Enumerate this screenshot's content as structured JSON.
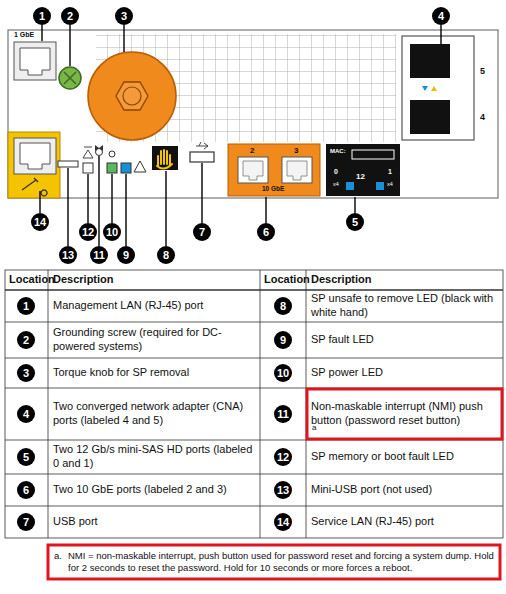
{
  "diagram": {
    "nodes": [
      {
        "text": [
          "1"
        ]
      },
      {
        "text": [
          "2"
        ]
      },
      {
        "text": [
          "3"
        ]
      },
      {
        "text": [
          "4"
        ]
      },
      {
        "text": [
          "14"
        ]
      },
      {
        "text": [
          "13"
        ]
      },
      {
        "text": [
          "12"
        ]
      },
      {
        "text": [
          "11"
        ]
      },
      {
        "text": [
          "10"
        ]
      },
      {
        "text": [
          "9"
        ]
      },
      {
        "text": [
          "8"
        ]
      },
      {
        "text": [
          "7"
        ]
      },
      {
        "text": [
          "6"
        ]
      },
      {
        "text": [
          "5"
        ]
      },
      {
        "text": [
          "1"
        ]
      },
      {
        "text": [
          "8"
        ]
      },
      {
        "text": [
          "2"
        ]
      },
      {
        "text": [
          "9"
        ]
      },
      {
        "text": [
          "3"
        ]
      },
      {
        "text": [
          "10"
        ]
      },
      {
        "text": [
          "4"
        ]
      },
      {
        "text": [
          "11"
        ]
      },
      {
        "text": [
          "5"
        ]
      },
      {
        "text": [
          "12"
        ]
      },
      {
        "text": [
          "6"
        ]
      },
      {
        "text": [
          "13"
        ]
      },
      {
        "text": [
          "7"
        ]
      },
      {
        "text": [
          "14"
        ]
      }
    ],
    "labels": [
      "1 GbE",
      "2",
      "3",
      "10 GbE",
      "MAC:",
      "0",
      "x4",
      "12",
      "1",
      "x4",
      "5",
      "4",
      "Location",
      "Description",
      "Location",
      "Description",
      "Management LAN (RJ-45) port",
      "SP unsafe to remove LED (black with white hand)",
      "Grounding screw (required for DC-powered systems)",
      "SP fault LED",
      "Torque knob for SP removal",
      "SP power LED",
      "Two converged network adapter (CNA) ports (labeled 4 and 5)",
      "Non-maskable interrupt (NMI) push button (password reset button)",
      "a",
      "Two 12 Gb/s mini-SAS HD ports (labeled 0 and 1)",
      "SP memory or boot fault LED",
      "Two 10 GbE ports (labeled 2 and 3)",
      "Mini-USB port (not used)",
      "USB port",
      "Service LAN (RJ-45) port",
      "a.",
      "NMI = non-maskable interrupt, push button used for password reset and forcing a system dump. Hold for 2 seconds to reset the password. Hold for 10 seconds or more forces a reboot."
    ]
  }
}
